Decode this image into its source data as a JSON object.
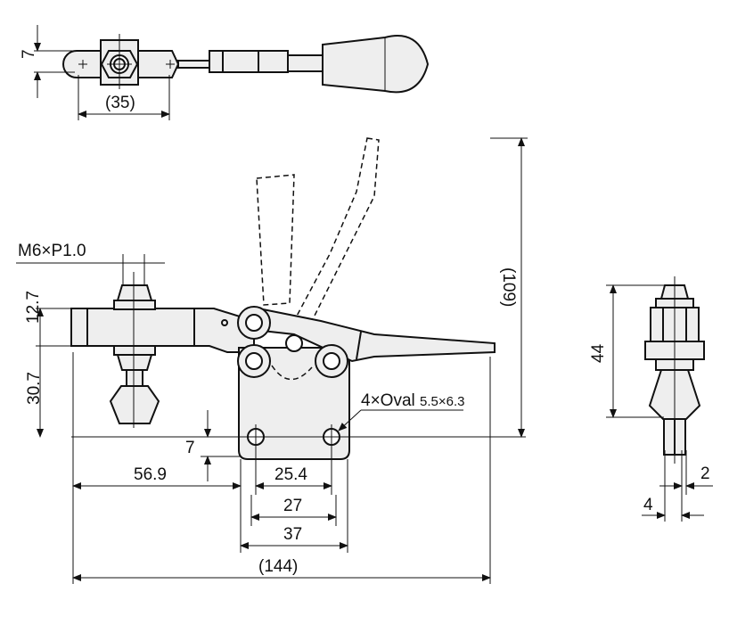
{
  "title": "Horizontal toggle clamp dimension drawing",
  "top_view": {
    "height_dim": "7",
    "width_dim": "(35)"
  },
  "front_view": {
    "thread_label": "M6×P1.0",
    "arm_height_dim": "12.7",
    "spindle_height_dim": "30.7",
    "overall_height_dim": "(109)",
    "hole_callout": "4×Oval",
    "hole_size": "5.5×6.3",
    "hole_offset_dim": "7",
    "spindle_reach_dim": "56.9",
    "hole_pitch_dim": "25.4",
    "base_inner_dim": "27",
    "base_width_dim": "37",
    "overall_length_dim": "(144)"
  },
  "side_view": {
    "height_dim": "44",
    "slot_dim": "2",
    "width_dim": "4"
  }
}
